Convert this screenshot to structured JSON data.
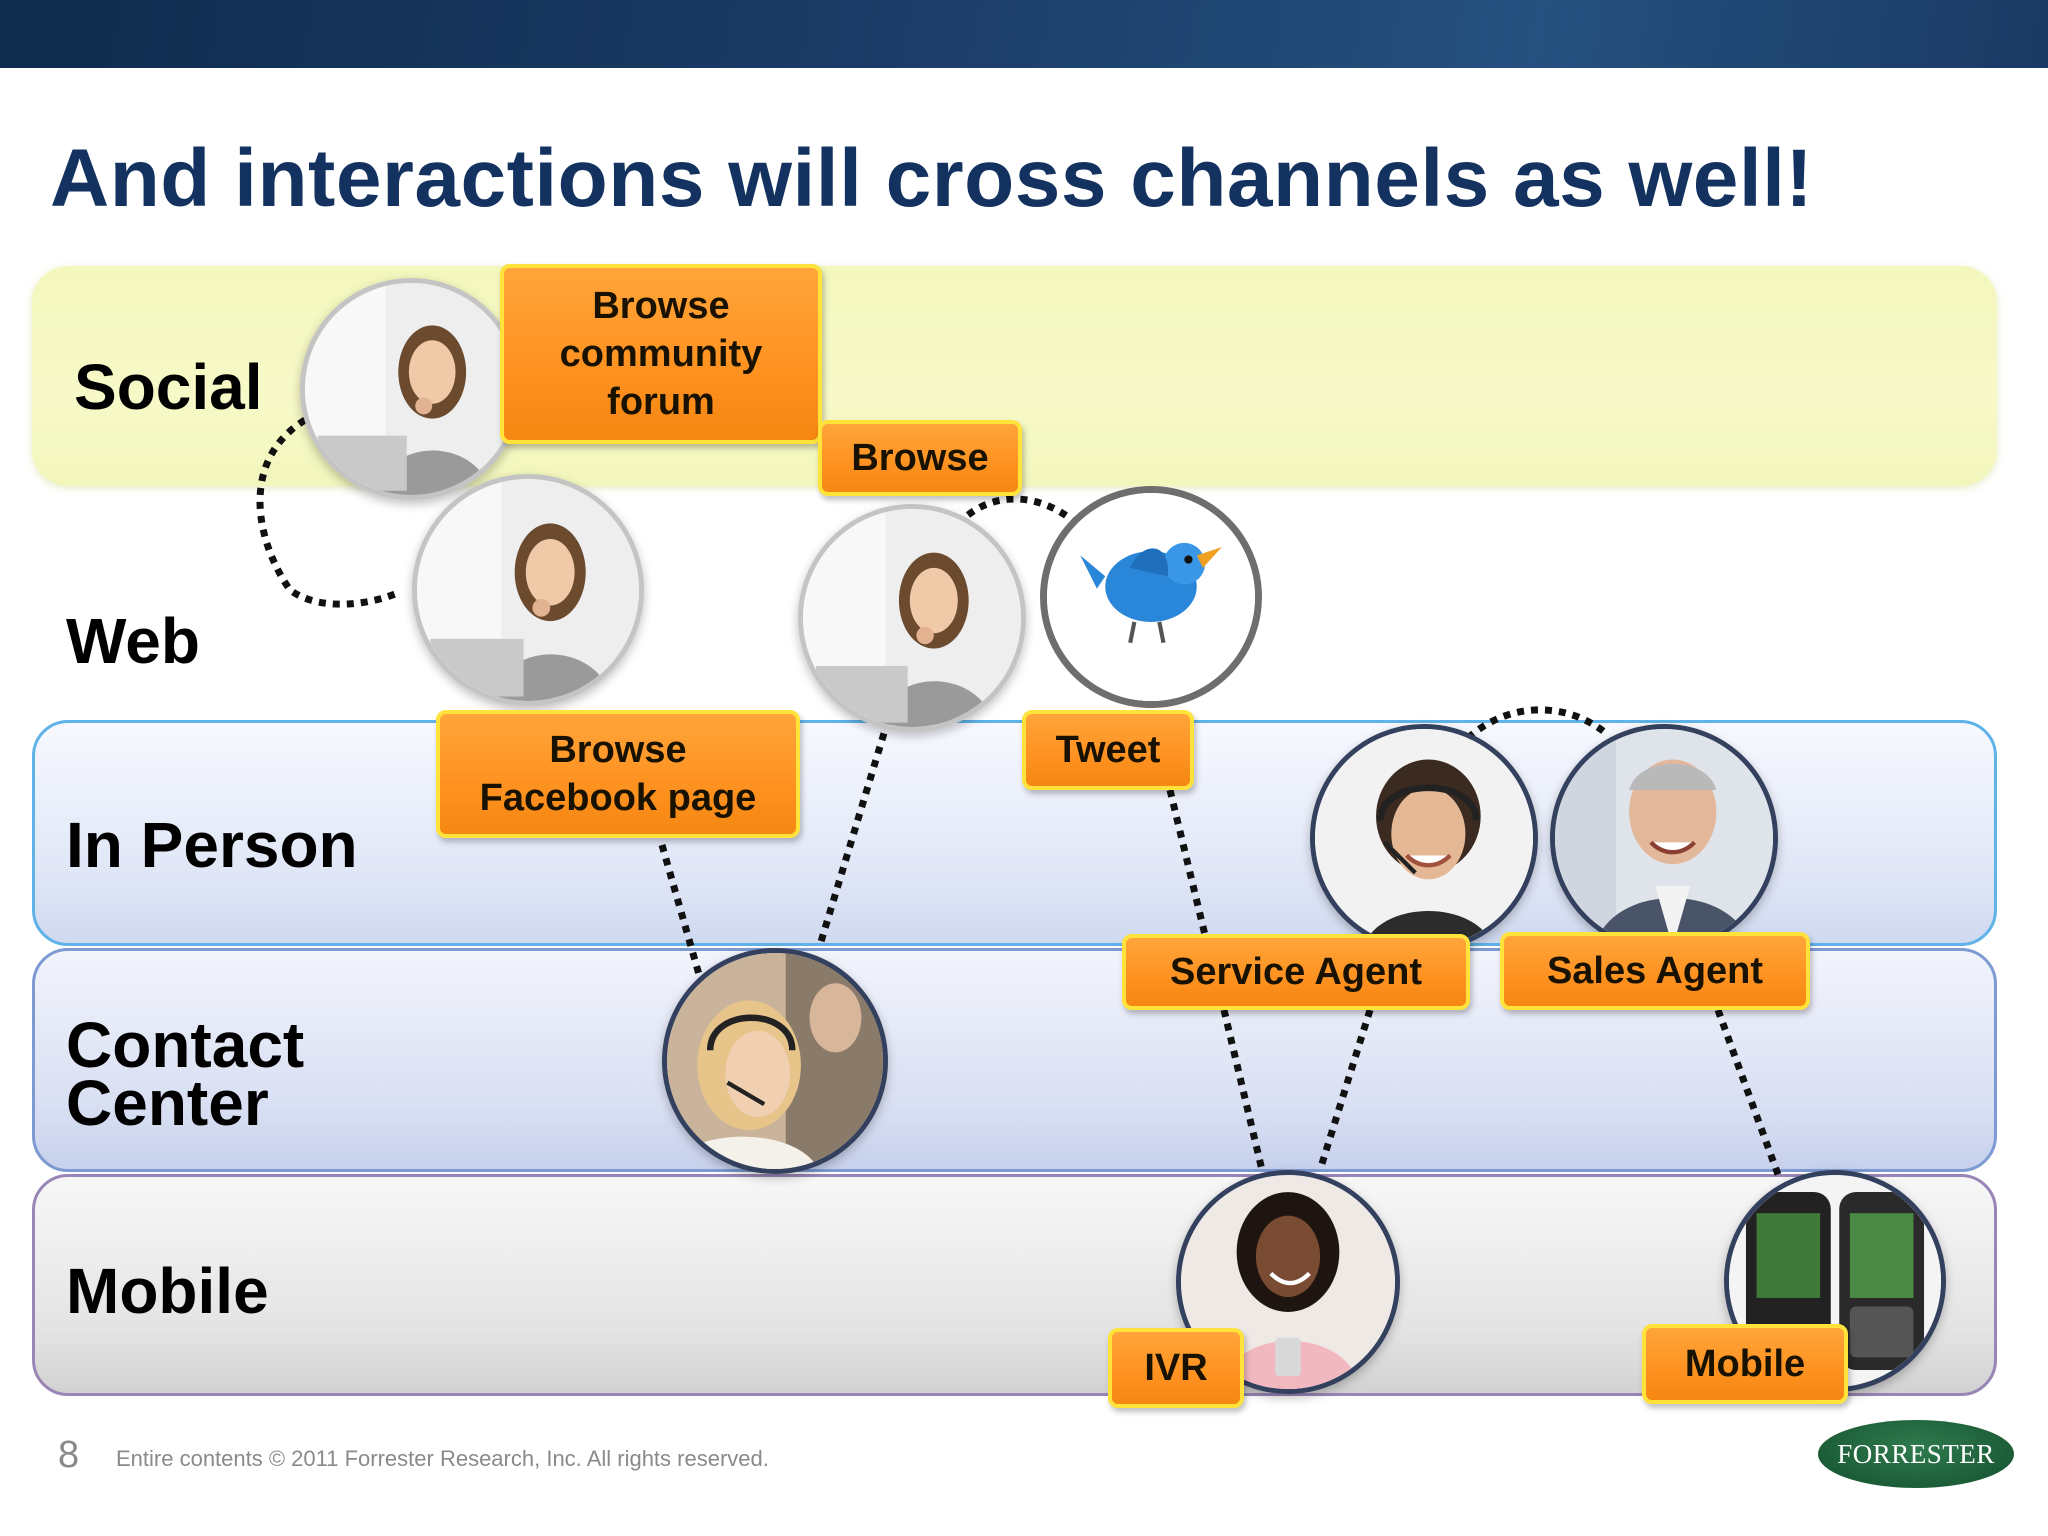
{
  "title": "And interactions will cross channels as well!",
  "channels": {
    "social": "Social",
    "web": "Web",
    "in_person": "In Person",
    "contact_center_line1": "Contact",
    "contact_center_line2": "Center",
    "mobile": "Mobile"
  },
  "steps": {
    "browse_forum_line1": "Browse",
    "browse_forum_line2": "community",
    "browse_forum_line3": "forum",
    "browse": "Browse",
    "browse_facebook_line1": "Browse",
    "browse_facebook_line2": "Facebook page",
    "tweet": "Tweet",
    "service_agent": "Service Agent",
    "sales_agent": "Sales Agent",
    "ivr": "IVR",
    "mobile": "Mobile"
  },
  "footer": {
    "page_number": "8",
    "copyright": "Entire contents © 2011 Forrester Research, Inc. All rights reserved.",
    "logo": "FORRESTER"
  },
  "colors": {
    "title": "#13325f",
    "step_fill": "#ff9322",
    "step_border": "#ffe23a",
    "social_band": "#f3f7bd",
    "in_person_border": "#5fb3e8",
    "logo": "#1c5d38"
  },
  "icons": {
    "customer": "woman-at-laptop-photo",
    "twitter": "twitter-bird-icon",
    "contact_center": "headset-agents-photo",
    "service_agent": "headset-agent-photo",
    "sales_agent": "salesman-photo",
    "ivr": "woman-with-phone-photo",
    "mobile": "smartphones-photo"
  }
}
